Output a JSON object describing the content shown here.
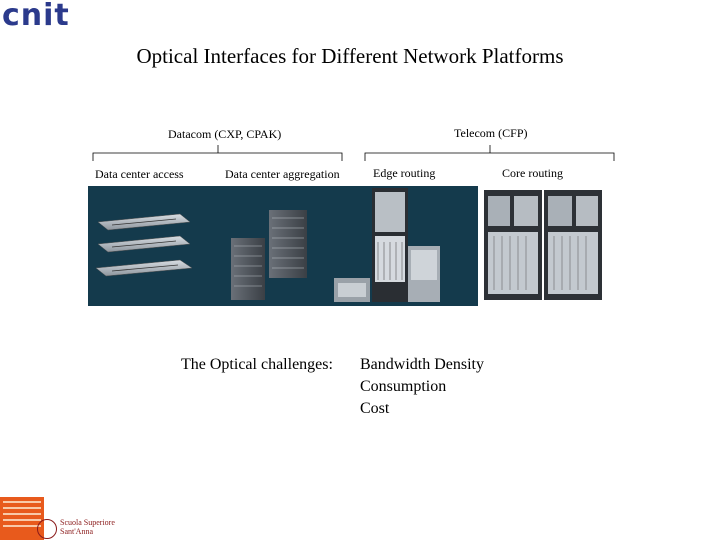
{
  "logo": {
    "text": "cnit"
  },
  "title": "Optical Interfaces for Different Network Platforms",
  "groups": {
    "datacom": "Datacom (CXP, CPAK)",
    "telecom": "Telecom (CFP)"
  },
  "platforms": {
    "dc_access": "Data center access",
    "dc_aggregation": "Data center aggregation",
    "edge_routing": "Edge routing",
    "core_routing": "Core routing"
  },
  "challenges": {
    "label": "The Optical challenges:",
    "items": [
      "Bandwidth Density",
      "Consumption",
      "Cost"
    ]
  },
  "school": {
    "line1": "Scuola Superiore",
    "line2": "Sant'Anna"
  },
  "colors": {
    "photo_background": "#143a4c",
    "logo": "#2b3a8c",
    "footer_orange": "#e85a1c"
  }
}
